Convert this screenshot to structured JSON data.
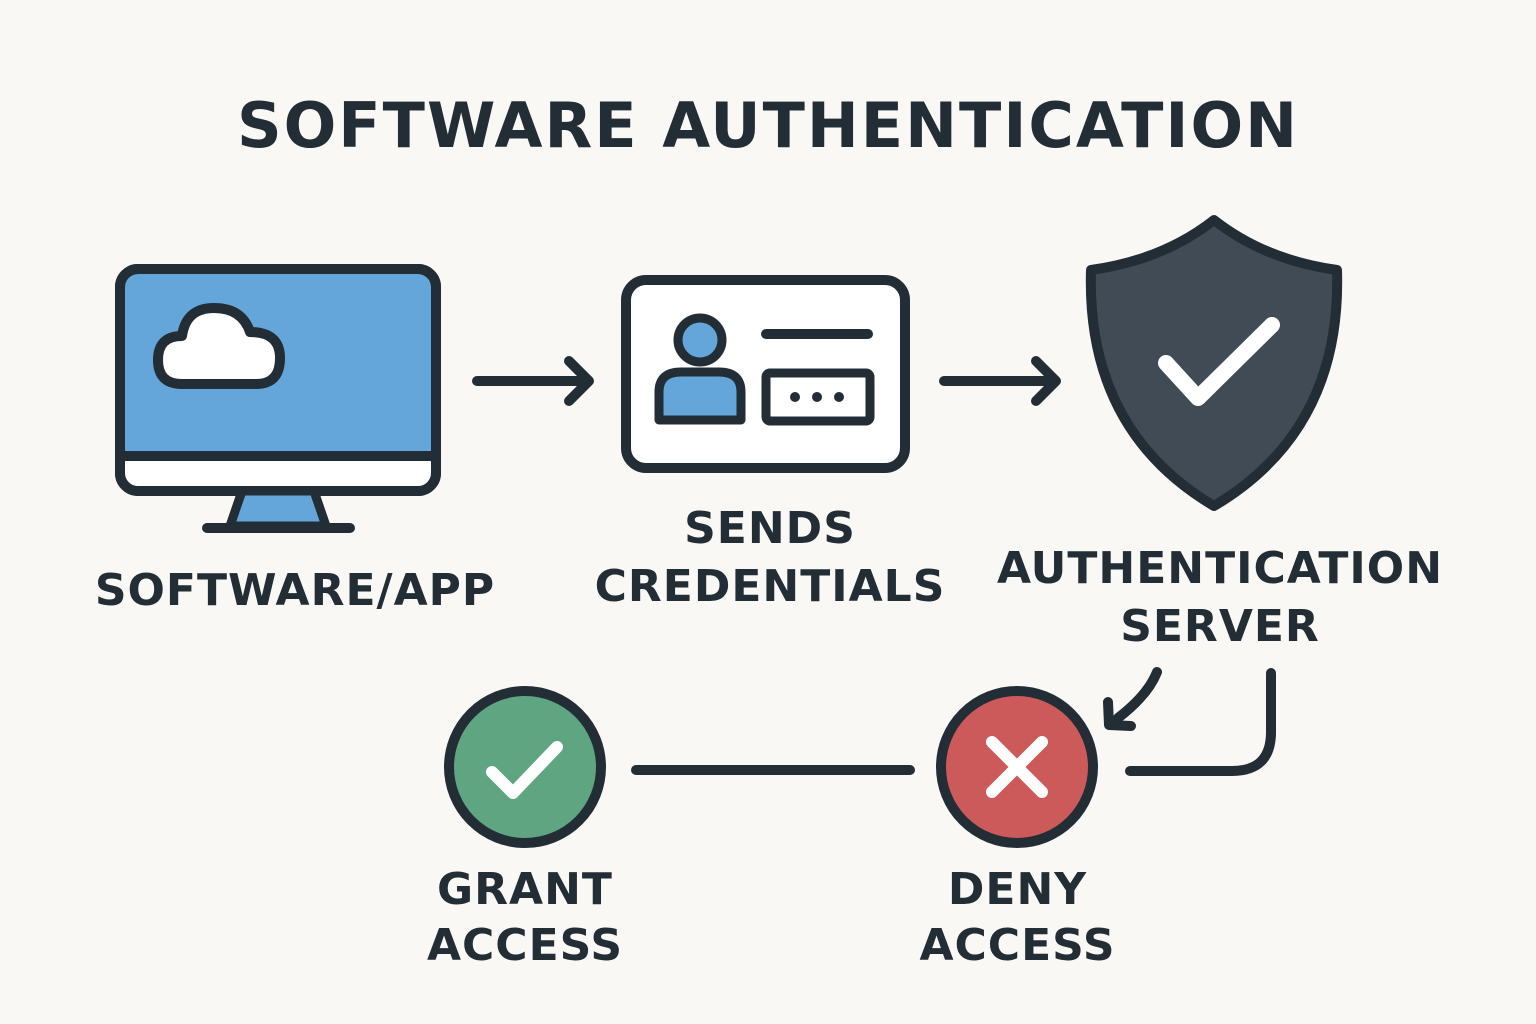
{
  "title": "SOFTWARE AUTHENTICATION",
  "nodes": {
    "app": {
      "label": "SOFTWARE/APP",
      "icon": "monitor-cloud-icon"
    },
    "credentials": {
      "label_line1": "SENDS",
      "label_line2": "CREDENTIALS",
      "icon": "id-card-icon"
    },
    "server": {
      "label_line1": "AUTHENTICATION",
      "label_line2": "SERVER",
      "icon": "shield-check-icon"
    },
    "grant": {
      "label_line1": "GRANT",
      "label_line2": "ACCESS",
      "icon": "check-circle-icon"
    },
    "deny": {
      "label_line1": "DENY",
      "label_line2": "ACCESS",
      "icon": "x-circle-icon"
    }
  },
  "colors": {
    "background": "#faf8f5",
    "outline": "#232d35",
    "accent_blue": "#64a6da",
    "shield": "#414b55",
    "grant_green": "#5fa582",
    "deny_red": "#cd5a5a",
    "white": "#ffffff"
  }
}
